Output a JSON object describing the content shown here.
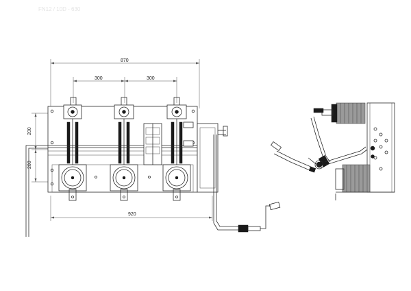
{
  "dimensions": {
    "overall_width": "870",
    "phase_spacing_left": "300",
    "phase_spacing_right": "300",
    "vertical_upper": "200",
    "vertical_lower": "200",
    "base_width": "920"
  },
  "header_text": "FN12 / 10D - 630",
  "icons": {
    "front_view": "switch-front-view",
    "side_view": "switch-side-view",
    "handle": "operating-handle-icon"
  }
}
